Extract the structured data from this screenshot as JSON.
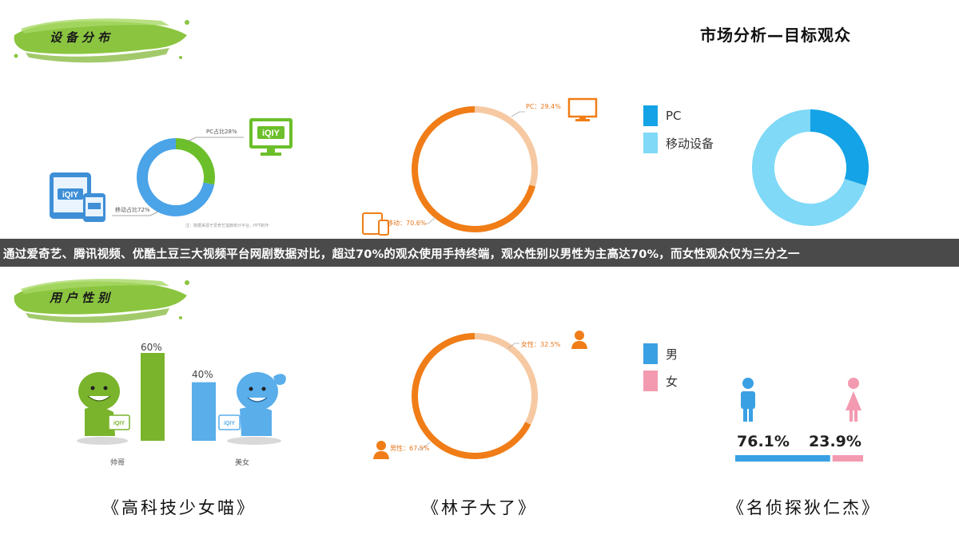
{
  "page_title": "市场分析—目标观众",
  "section_device": {
    "banner_label": "设备分布"
  },
  "section_gender": {
    "banner_label": "用户性别"
  },
  "summary_text": "通过爱奇艺、腾讯视频、优酷土豆三大视频平台网剧数据对比，超过70%的观众使用手持终端，观众性别以男性为主高达70%，而女性观众仅为三分之一",
  "device_panels": {
    "iqiyi": {
      "pc_label": "PC占比28%",
      "mobile_label": "移动占比72%",
      "note": "注：数据来源于爱奇艺指数统计平台，PPT制作",
      "logo_text": "iQIY",
      "pc_fraction": 0.28,
      "colors": {
        "pc": "#6cbf2a",
        "mobile": "#4ba3e8"
      }
    },
    "tencent": {
      "pc_label": "PC：29.4%",
      "mobile_label": "移动：70.6%",
      "pc_fraction": 0.294,
      "colors": {
        "pc": "#f6c9a2",
        "mobile": "#f07d17"
      }
    },
    "youku": {
      "legend": [
        {
          "label": "PC",
          "color": "#14a3e6"
        },
        {
          "label": "移动设备",
          "color": "#7fd9f7"
        }
      ],
      "pc_fraction": 0.3
    }
  },
  "gender_panels": {
    "kexiao": {
      "title": "《高科技少女喵》",
      "male_pct": "60%",
      "female_pct": "40%",
      "male_value": 60,
      "female_value": 40,
      "male_caption": "帅哥",
      "female_caption": "美女",
      "logo_text": "iQIY",
      "colors": {
        "male": "#7ab42c",
        "female": "#5aaeea"
      }
    },
    "linzi": {
      "title": "《林子大了》",
      "female_label": "女性：32.5%",
      "male_label": "男性：67.5%",
      "female_fraction": 0.325,
      "colors": {
        "male": "#f07d17",
        "female": "#f6c9a2"
      }
    },
    "mingzhen": {
      "title": "《名侦探狄仁杰》",
      "legend": [
        {
          "label": "男",
          "color": "#3aa0e4"
        },
        {
          "label": "女",
          "color": "#f39ab0"
        }
      ],
      "male_pct": "76.1%",
      "female_pct": "23.9%",
      "male_value": 76.1,
      "female_value": 23.9
    }
  }
}
